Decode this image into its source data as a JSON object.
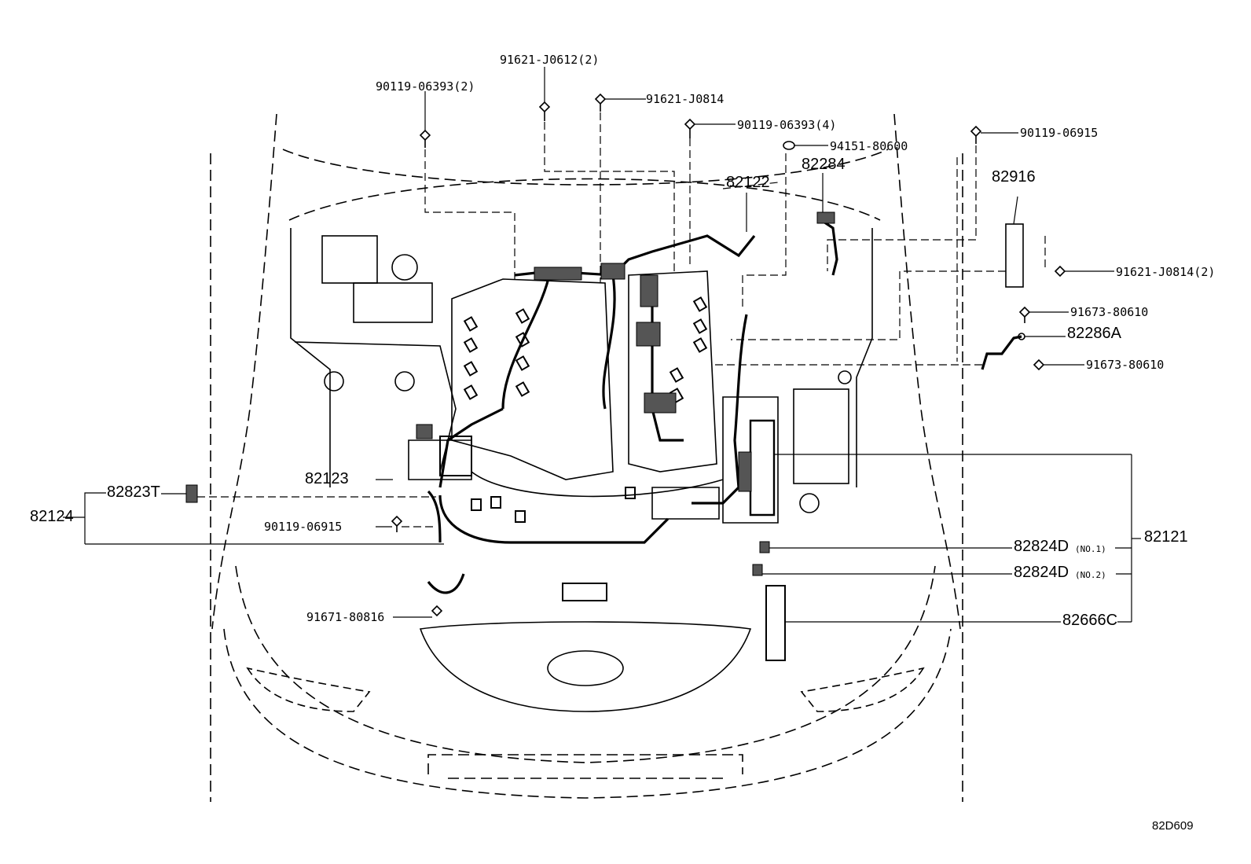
{
  "labels": {
    "p_91621_J0612": "91621-J0612(2)",
    "p_90119_06393_2": "90119-06393(2)",
    "p_91621_J0814": "91621-J0814",
    "p_90119_06393_4": "90119-06393(4)",
    "p_94151_80600": "94151-80600",
    "p_90119_06915_top": "90119-06915",
    "p_82284": "82284",
    "p_82122": "82122",
    "p_82916": "82916",
    "p_91621_J0814_2": "91621-J0814(2)",
    "p_91673_80610_a": "91673-80610",
    "p_82286A": "82286A",
    "p_91673_80610_b": "91673-80610",
    "p_82123": "82123",
    "p_82823T": "82823T",
    "p_82124": "82124",
    "p_90119_06915_left": "90119-06915",
    "p_82121": "82121",
    "p_82824D_1": "82824D",
    "p_no1": "(NO.1)",
    "p_82824D_2": "82824D",
    "p_no2": "(NO.2)",
    "p_91671_80816": "91671-80816",
    "p_82666C": "82666C"
  },
  "diagram_code": "82D609"
}
